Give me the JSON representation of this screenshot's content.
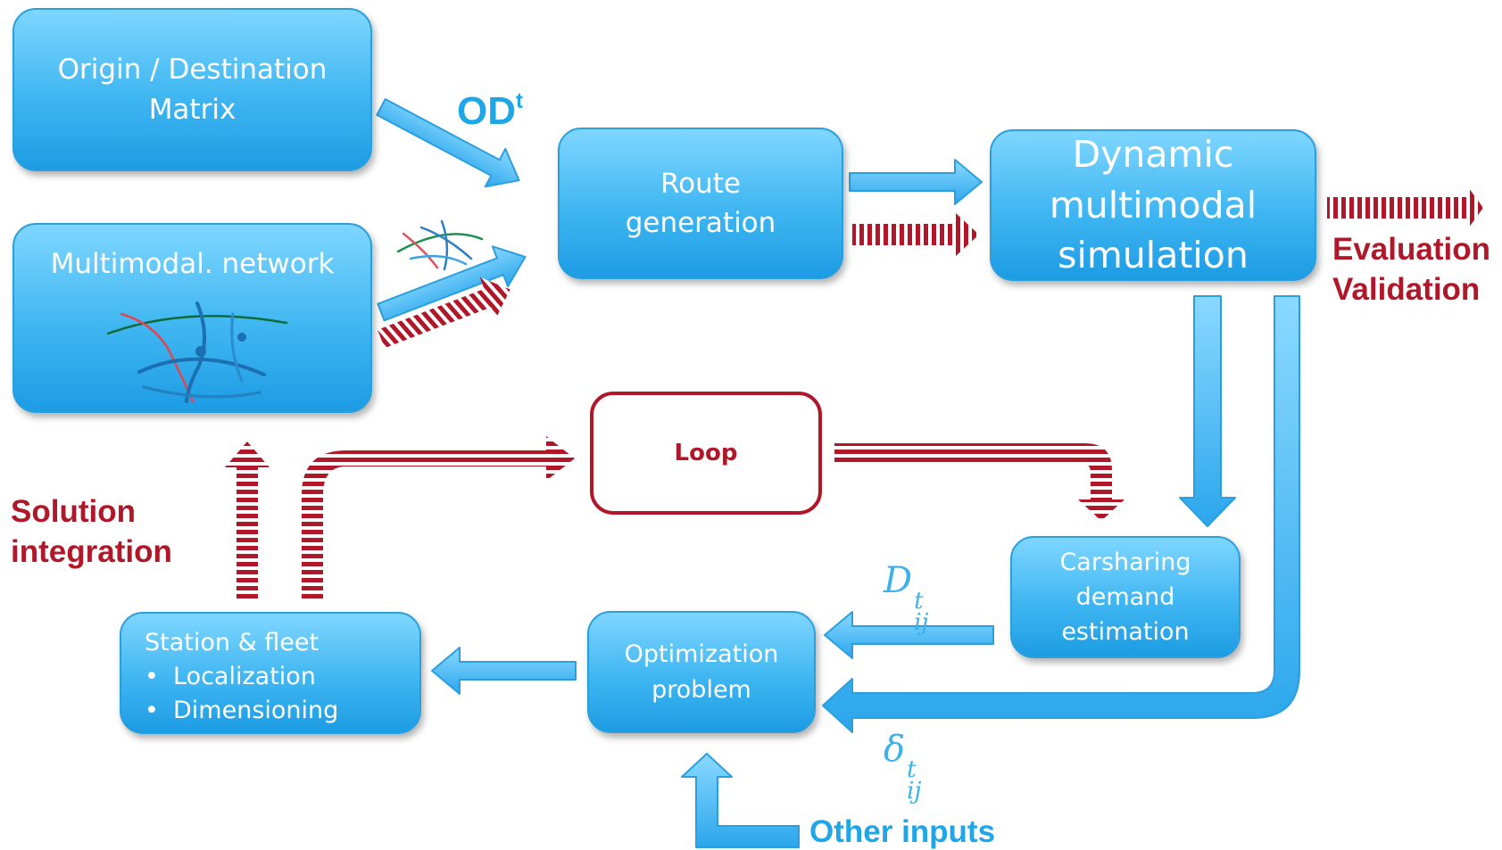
{
  "boxes": {
    "od_matrix": {
      "line1": "Origin / Destination",
      "line2": "Matrix"
    },
    "network": {
      "label": "Multimodal. network"
    },
    "route": {
      "line1": "Route",
      "line2": "generation"
    },
    "simulation": {
      "line1": "Dynamic",
      "line2": "multimodal",
      "line3": "simulation"
    },
    "carsharing": {
      "line1": "Carsharing",
      "line2": "demand",
      "line3": "estimation"
    },
    "optimization": {
      "line1": "Optimization",
      "line2": "problem"
    },
    "station": {
      "title": "Station & fleet",
      "items": [
        "Localization",
        "Dimensioning"
      ]
    },
    "loop": {
      "label": "Loop"
    }
  },
  "labels": {
    "od": {
      "base": "OD",
      "sup": "t"
    },
    "evaluation": {
      "line1": "Evaluation",
      "line2": "Validation"
    },
    "solution": {
      "line1": "Solution",
      "line2": "integration"
    },
    "other_inputs": "Other inputs",
    "D": {
      "base": "D",
      "sup": "t",
      "sub": "ij"
    },
    "delta": {
      "base": "δ",
      "sup": "t",
      "sub": "ij"
    }
  },
  "colors": {
    "blue_box": "#3fb6f1",
    "blue_arrow": "#43b9f3",
    "red": "#b0182a",
    "blue_text": "#1ea6e6"
  }
}
